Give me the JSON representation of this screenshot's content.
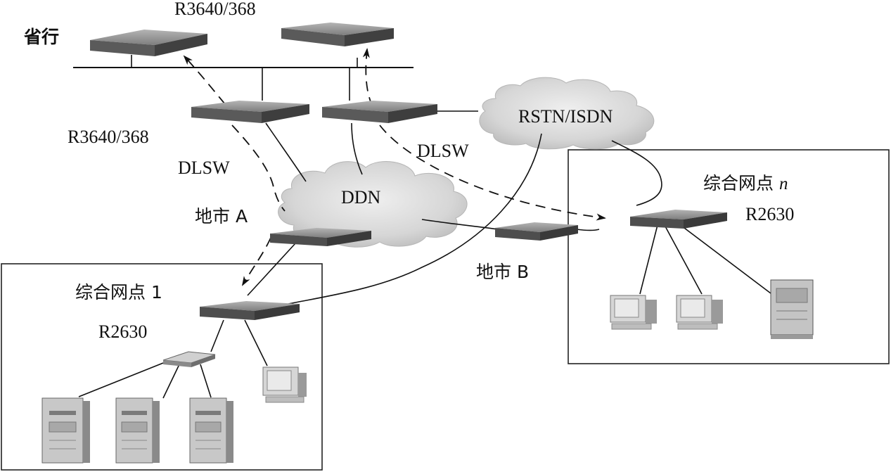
{
  "labels": {
    "province": "省行",
    "router_top": "R3640/368",
    "router_left": "R3640/368",
    "dlsw_left": "DLSW",
    "dlsw_right": "DLSW",
    "rstn": "RSTN/ISDN",
    "ddn": "DDN",
    "city_a": "地市 A",
    "city_b": "地市 B",
    "site1": "综合网点 1",
    "site1_router": "R2630",
    "siten_prefix": "综合网点 ",
    "siten_n": "n",
    "siten_router": "R2630"
  },
  "icons": {
    "router": "router-icon",
    "switch": "switch-hub-icon",
    "server": "server-tower-icon",
    "workstation": "workstation-icon",
    "cloud": "cloud-icon"
  },
  "colors": {
    "ink": "#111111",
    "router_top": "#9a9a9a",
    "router_side": "#4a4a4a",
    "cloud_fill": "#d9d9d9",
    "box_border": "#222222"
  }
}
